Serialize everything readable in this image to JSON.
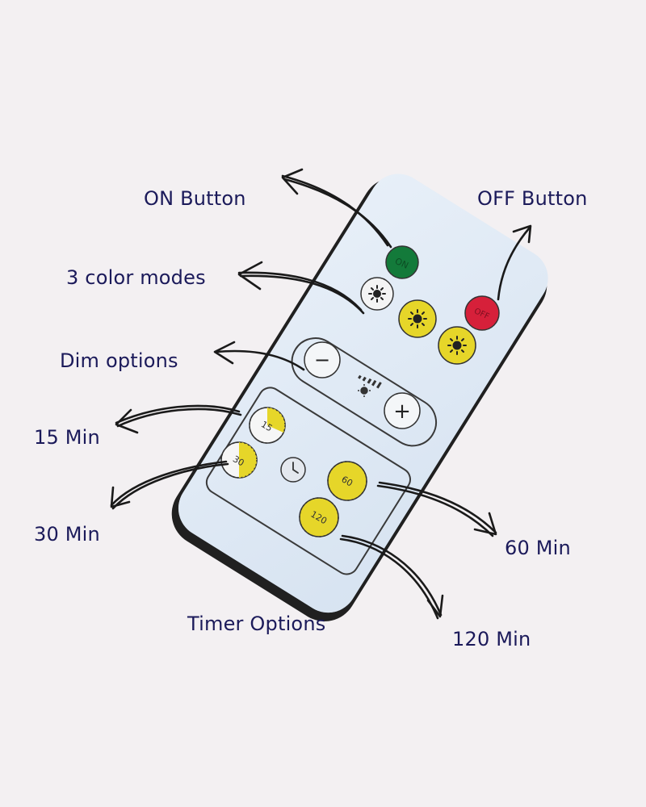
{
  "remote": {
    "buttons": {
      "on": {
        "label": "ON",
        "color": "#137a3a"
      },
      "off": {
        "label": "OFF",
        "color": "#d6203a"
      },
      "color_modes": [
        {
          "icon": "sun-icon",
          "color": "#f4f4f4"
        },
        {
          "icon": "sun-icon",
          "color": "#e6d629"
        },
        {
          "icon": "sun-icon",
          "color": "#e6d629"
        }
      ],
      "dim_minus": {
        "symbol": "−"
      },
      "dim_plus": {
        "symbol": "+"
      },
      "timers": [
        {
          "label": "15",
          "color": "#e6d629"
        },
        {
          "label": "30",
          "color": "#e6d629"
        },
        {
          "label": "60",
          "color": "#e6d629"
        },
        {
          "label": "120",
          "color": "#e6d629"
        }
      ]
    },
    "body_color": "#dde8f4",
    "edge_color": "#222222"
  },
  "callouts": {
    "on_button": "ON Button",
    "off_button": "OFF Button",
    "color_modes": "3 color modes",
    "dim_options": "Dim options",
    "min_15": "15 Min",
    "min_30": "30 Min",
    "min_60": "60 Min",
    "min_120": "120 Min",
    "timer_options": "Timer Options"
  }
}
